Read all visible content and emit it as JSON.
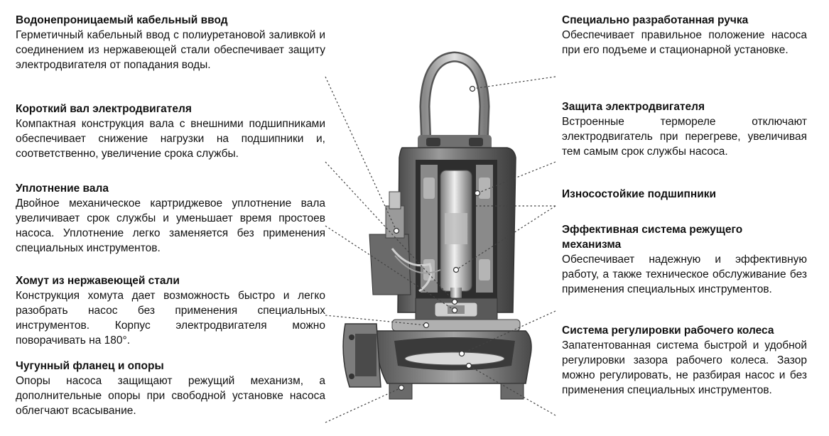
{
  "left_callouts": [
    {
      "id": "cable-entry",
      "title": "Водонепроницаемый кабельный ввод",
      "body": "Герметичный кабельный ввод с полиуретановой заливкой и соединением из нержавеющей стали обеспечивает защиту электродвигателя от попадания воды."
    },
    {
      "id": "short-shaft",
      "title": "Короткий вал электродвигателя",
      "body": "Компактная конструкция вала с внешними подшипниками обеспечивает снижение нагрузки на подшипники и, соответственно, увеличение срока службы."
    },
    {
      "id": "shaft-seal",
      "title": "Уплотнение вала",
      "body": "Двойное механическое картриджевое уплотнение вала увеличивает срок службы и уменьшает время простоев насоса. Уплотнение легко заменяется без применения специальных инструментов."
    },
    {
      "id": "stainless-clamp",
      "title": "Хомут из нержавеющей стали",
      "body": "Конструкция хомута дает возможность быстро и легко разобрать насос без применения специальных инструментов. Корпус электродвигателя можно поворачивать на 180°."
    },
    {
      "id": "cast-iron-flange",
      "title": "Чугунный фланец и опоры",
      "body": "Опоры насоса защищают режущий механизм, а дополнительные опоры при свободной установке насоса облегчают всасывание."
    }
  ],
  "right_callouts": [
    {
      "id": "handle",
      "title": "Специально разработанная ручка",
      "body": "Обеспечивает правильное положение насоса при его подъеме и стационарной установке."
    },
    {
      "id": "motor-protection",
      "title": "Защита электродвигателя",
      "body": "Встроенные термореле отключают электродвигатель при перегреве, увеличивая тем самым срок службы насоса."
    },
    {
      "id": "bearings",
      "title": "Износостойкие подшипники",
      "body": ""
    },
    {
      "id": "cutting-system",
      "title": "Эффективная система режущего механизма",
      "body": "Обеспечивает надежную и эффективную работу, а также техническое обслуживание без применения специальных инструментов."
    },
    {
      "id": "impeller-adjust",
      "title": "Система регулировки рабочего колеса",
      "body": "Запатентованная система быстрой и удобной регулировки зазора рабочего колеса. Зазор можно регулировать, не разбирая насос и без применения специальных инструментов."
    }
  ],
  "colors": {
    "text": "#111111",
    "leader_line": "#444444",
    "pump_dark": "#5a5a5a",
    "pump_mid": "#8c8c8c",
    "pump_light": "#c8c8c8",
    "metal_highlight": "#e6e6e6"
  },
  "illustration": {
    "subject": "submersible-grinder-pump-cutaway"
  }
}
